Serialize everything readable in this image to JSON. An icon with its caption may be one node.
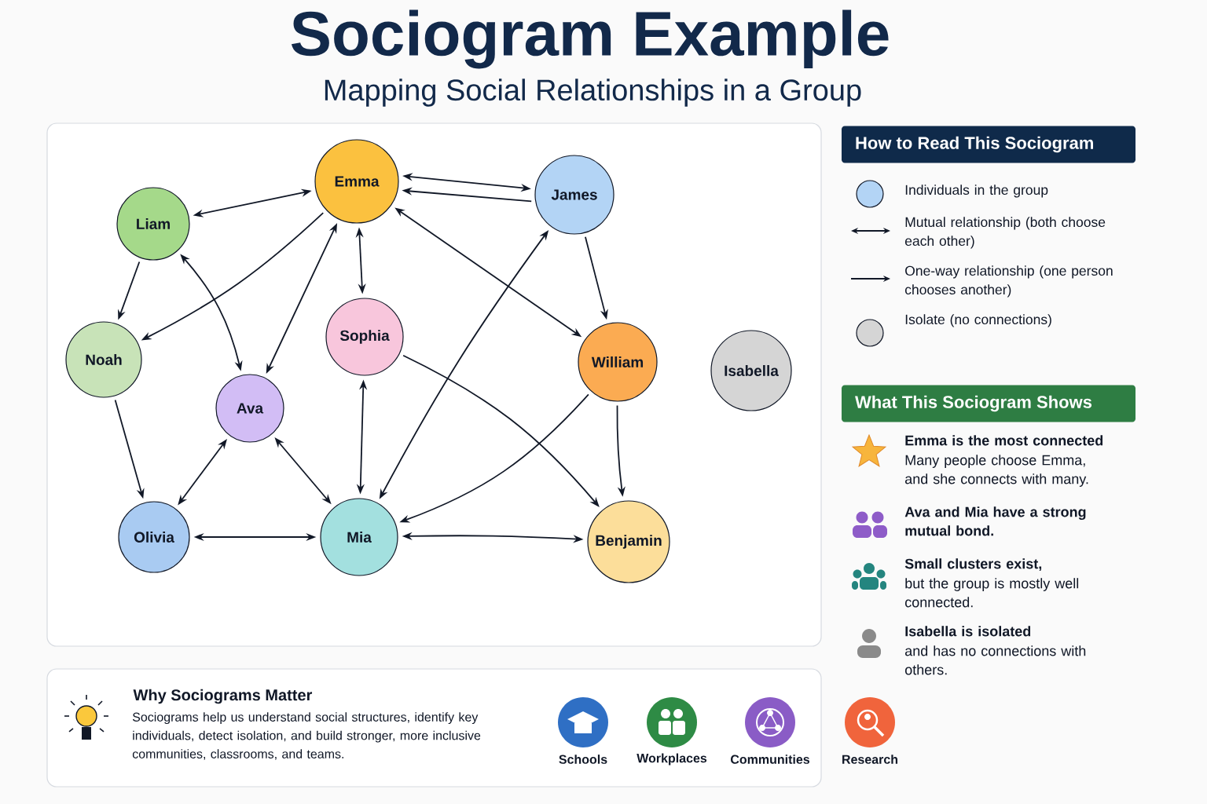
{
  "diagram": {
    "title": "Sociogram Example",
    "nodes": [
      {
        "text": [
          "Emma"
        ]
      },
      {
        "text": [
          "James"
        ]
      },
      {
        "text": [
          "Liam"
        ]
      },
      {
        "text": [
          "Noah"
        ]
      },
      {
        "text": [
          "Sophia"
        ]
      },
      {
        "text": [
          "William"
        ]
      },
      {
        "text": [
          "Isabella"
        ]
      },
      {
        "text": [
          "Ava"
        ]
      },
      {
        "text": [
          "Olivia"
        ]
      },
      {
        "text": [
          "Mia"
        ]
      },
      {
        "text": [
          "Benjamin"
        ]
      },
      {
        "text": [
          "How to Read This Sociogram"
        ]
      },
      {
        "text": [
          "What This Sociogram Shows"
        ]
      },
      {
        "text": [
          "Why Sociograms Matter",
          "Sociograms help us understand social structures, identify key individuals, detect isolation, and build stronger, more inclusive communities, classrooms, and teams."
        ]
      }
    ],
    "edges": [
      {
        "from": 2,
        "to": 0,
        "arrow": "both"
      },
      {
        "from": 0,
        "to": 1,
        "arrow": "both"
      },
      {
        "from": 1,
        "to": 0,
        "arrow": "to"
      },
      {
        "from": 0,
        "to": 3,
        "arrow": "to"
      },
      {
        "from": 2,
        "to": 7,
        "arrow": "both"
      },
      {
        "from": 7,
        "to": 0,
        "arrow": "both"
      },
      {
        "from": 2,
        "to": 3,
        "arrow": "to"
      },
      {
        "from": 0,
        "to": 4,
        "arrow": "both"
      },
      {
        "from": 0,
        "to": 5,
        "arrow": "both"
      },
      {
        "from": 1,
        "to": 5,
        "arrow": "to"
      },
      {
        "from": 3,
        "to": 8,
        "arrow": "to"
      },
      {
        "from": 9,
        "to": 1,
        "arrow": "both"
      },
      {
        "from": 4,
        "to": 9,
        "arrow": "both"
      },
      {
        "from": 4,
        "to": 10,
        "arrow": "to"
      },
      {
        "from": 5,
        "to": 9,
        "arrow": "to"
      },
      {
        "from": 5,
        "to": 10,
        "arrow": "to"
      },
      {
        "from": 7,
        "to": 8,
        "arrow": "both"
      },
      {
        "from": 7,
        "to": 9,
        "arrow": "both"
      },
      {
        "from": 8,
        "to": 9,
        "arrow": "both"
      },
      {
        "from": 9,
        "to": 10,
        "arrow": "both"
      }
    ],
    "labels": [
      "Mapping Social Relationships in a Group",
      "Emma is the most connected",
      "Many people choose Emma, and she connects with many.",
      "Ava and Mia have a strong mutual bond.",
      "Small clusters exist,",
      "but the group is mostly well connected.",
      "Isabella is isolated",
      "and has no connections with others.",
      "Schools",
      "Workplaces",
      "Communities",
      "Research"
    ],
    "legend": [
      {
        "text": "Individuals in the group",
        "color": "#b3d4f5"
      },
      {
        "text": "Mutual relationship (both choose each other)"
      },
      {
        "text": "One-way relationship (one person chooses another)"
      },
      {
        "text": "Isolate (no connections)",
        "color": "#d5d5d5"
      }
    ]
  }
}
